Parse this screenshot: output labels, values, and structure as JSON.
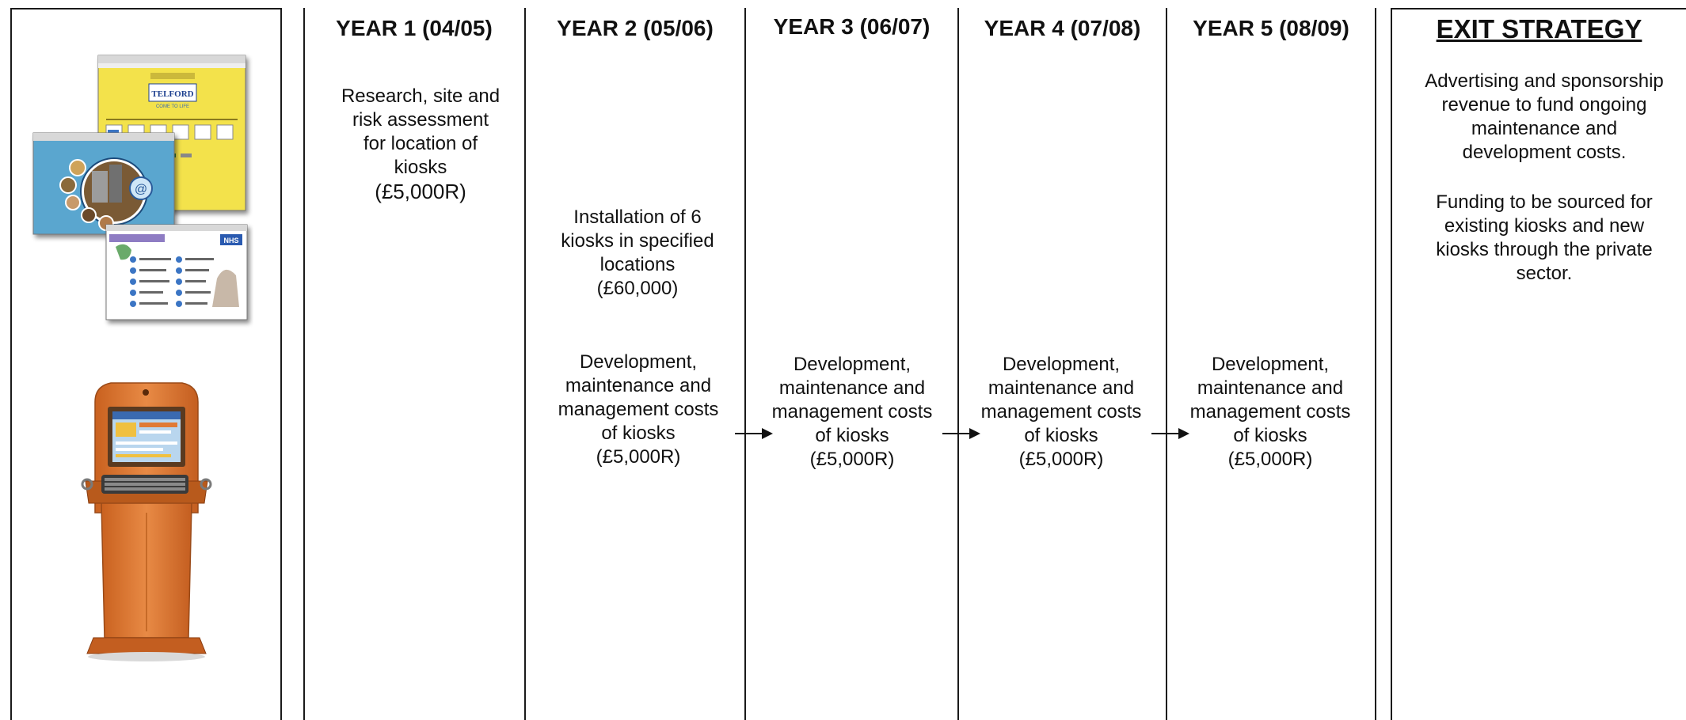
{
  "columns": [
    {
      "heading": "YEAR 1 (04/05)"
    },
    {
      "heading": "YEAR 2 (05/06)"
    },
    {
      "heading": "YEAR 3 (06/07)"
    },
    {
      "heading": "YEAR 4 (07/08)"
    },
    {
      "heading": "YEAR 5 (08/09)"
    },
    {
      "heading": "EXIT STRATEGY"
    }
  ],
  "year1": {
    "research": [
      "Research, site and",
      "risk assessment",
      "for location of",
      "kiosks",
      "(£5,000R)"
    ]
  },
  "year2": {
    "installation": [
      "Installation of 6",
      "kiosks in specified",
      "locations",
      "(£60,000)"
    ]
  },
  "devcosts": [
    "Development,",
    "maintenance and",
    "management costs",
    "of kiosks",
    "(£5,000R)"
  ],
  "exit": {
    "para1": [
      "Advertising and sponsorship",
      "revenue to fund ongoing",
      "maintenance and",
      "development costs."
    ],
    "para2": [
      "Funding to be sourced for",
      "existing kiosks and new",
      "kiosks through the private",
      "sector."
    ]
  },
  "images": {
    "website": {
      "brand_text": "TELFORD",
      "sub_text": "COME TO LIFE",
      "logo_text": "NHS"
    }
  },
  "colors": {
    "kiosk_orange": "#e07a35",
    "site_yellow": "#f3e24b",
    "site_blue": "#5aa6cf"
  }
}
